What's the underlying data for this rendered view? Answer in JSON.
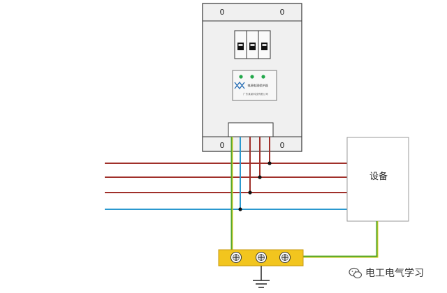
{
  "spd_box": {
    "corner_marks": [
      "0",
      "0",
      "0",
      "0"
    ],
    "indicator_lights": 3,
    "label_line1": "电源电涌保护器",
    "label_line2": "广东某某科技有限公司"
  },
  "equipment": {
    "label": "设备"
  },
  "watermark": {
    "text": "电工电气学习"
  },
  "colors": {
    "phase": "#a0302a",
    "neutral": "#2a98cf",
    "earth_green": "#55a72a",
    "earth_yellow": "#e6d21f",
    "busbar": "#f2c51e",
    "spd_green_dot": "#22a84a"
  }
}
